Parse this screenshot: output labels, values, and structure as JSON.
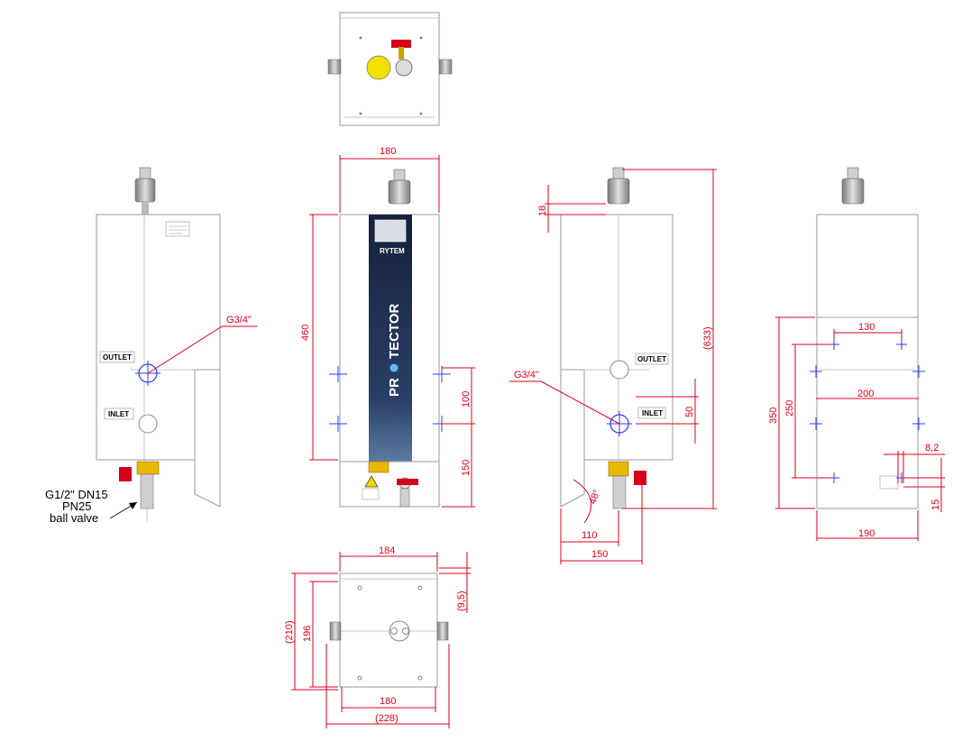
{
  "dims": {
    "front_width": "180",
    "front_height": "460",
    "front_spacing_upper": "100",
    "front_spacing_lower": "150",
    "overall_height": "(633)",
    "vent_offset": "18",
    "side_inlet_offset": "50",
    "side_base_110": "110",
    "side_base_150": "150",
    "side_angle": "48°",
    "rear_width_130": "130",
    "rear_width_200": "200",
    "rear_width_190": "190",
    "rear_height_350": "350",
    "rear_height_250": "250",
    "rear_offset_82": "8,2",
    "rear_offset_15": "15",
    "bottom_184": "184",
    "bottom_180": "180",
    "bottom_228": "(228)",
    "bottom_196": "196",
    "bottom_210": "(210)",
    "bottom_95": "(9,5)"
  },
  "labels": {
    "outlet_left": "OUTLET",
    "inlet_left": "INLET",
    "outlet_right": "OUTLET",
    "inlet_right": "INLET",
    "thread_left": "G3/4\"",
    "thread_right": "G3/4\"",
    "valve_line1": "G1/2\" DN15",
    "valve_line2": "PN25",
    "valve_line3": "ball valve"
  },
  "brand": {
    "logo": "RYTEM",
    "product_pr": "PR",
    "product_tector": "TECTOR"
  },
  "colors": {
    "dimension": "#e1001a",
    "brand_panel": "#1c2a4a",
    "valve_brass": "#e8b800",
    "valve_handle": "#d40018",
    "marker_blue": "#2b3cff"
  }
}
